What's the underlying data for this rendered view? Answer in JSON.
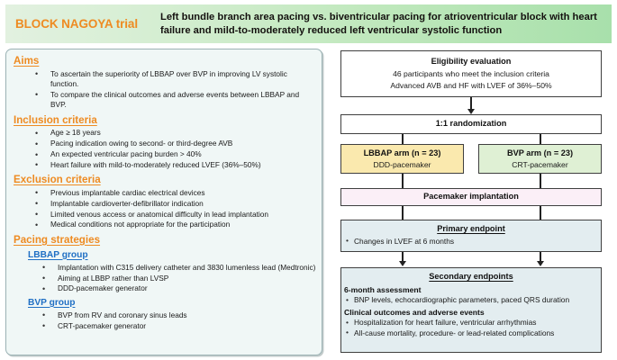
{
  "banner": {
    "trial_name": "BLOCK NAGOYA trial",
    "subtitle": "Left bundle branch area pacing vs. biventricular pacing for atrioventricular block with heart failure and mild-to-moderately reduced left ventricular systolic function",
    "accent_color": "#ee8b22",
    "background_start": "#e2f1e0",
    "background_end": "#a8e0ab"
  },
  "left_panel": {
    "sections": [
      {
        "heading": "Aims",
        "bullets": [
          "To ascertain the superiority of LBBAP over BVP in improving LV systolic function.",
          "To compare the clinical outcomes and adverse events between LBBAP and BVP."
        ]
      },
      {
        "heading": "Inclusion criteria",
        "bullets": [
          "Age ≥ 18 years",
          "Pacing indication owing to second- or third-degree AVB",
          "An expected ventricular pacing burden > 40%",
          "Heart failure with mild-to-moderately reduced LVEF (36%–50%)"
        ]
      },
      {
        "heading": "Exclusion criteria",
        "bullets": [
          "Previous implantable cardiac electrical devices",
          "Implantable cardioverter-defibrillator indication",
          "Limited venous access or anatomical difficulty in lead implantation",
          "Medical conditions not appropriate for the participation"
        ]
      },
      {
        "heading": "Pacing strategies",
        "bullets": [],
        "subsections": [
          {
            "heading": "LBBAP group",
            "bullets": [
              "Implantation with C315 delivery catheter and 3830 lumenless lead (Medtronic)",
              "Aiming at LBBP rather than LVSP",
              "DDD-pacemaker generator"
            ]
          },
          {
            "heading": "BVP group",
            "bullets": [
              "BVP from RV and coronary sinus leads",
              "CRT-pacemaker generator"
            ]
          }
        ]
      }
    ],
    "heading_color": "#ee8b22",
    "subheading_color": "#1f6fc4",
    "background": "#f0f7f6"
  },
  "flowchart": {
    "eligibility": {
      "title": "Eligibility evaluation",
      "line1": "46 participants who meet the inclusion criteria",
      "line2": "Advanced AVB and HF with LVEF of 36%–50%",
      "fill": "#ffffff"
    },
    "randomization": {
      "title": "1:1 randomization",
      "fill": "#ffffff"
    },
    "lbbap_arm": {
      "title": "LBBAP arm (n = 23)",
      "line1": "DDD-pacemaker",
      "fill": "#fae9ae"
    },
    "bvp_arm": {
      "title": "BVP arm (n = 23)",
      "line1": "CRT-pacemaker",
      "fill": "#dff0d4"
    },
    "implantation": {
      "title": "Pacemaker implantation",
      "fill": "#fbeff7"
    },
    "primary_endpoint": {
      "title": "Primary endpoint",
      "bullets": [
        "Changes in LVEF at 6 months"
      ],
      "fill": "#e3edf0"
    },
    "secondary_endpoints": {
      "title": "Secondary endpoints",
      "group1_label": "6-month assessment",
      "group1_bullets": [
        "BNP levels, echocardiographic parameters, paced QRS duration"
      ],
      "group2_label": "Clinical outcomes and adverse events",
      "group2_bullets": [
        "Hospitalization for heart failure, ventricular arrhythmias",
        "All-cause mortality, procedure- or lead-related complications"
      ],
      "fill": "#e3edf0"
    }
  }
}
